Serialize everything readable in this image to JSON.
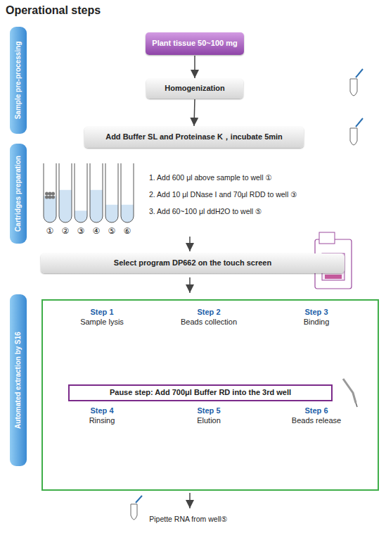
{
  "diagram": {
    "title": "Operational steps",
    "nodes": [
      {
        "text": [
          "Sample pre-processing"
        ]
      },
      {
        "text": [
          "Plant tissue 50~100 mg"
        ]
      },
      {
        "text": [
          "Homogenization"
        ]
      },
      {
        "text": [
          "Add Buffer SL and Proteinase K，incubate 5min"
        ]
      },
      {
        "text": [
          "Cartridges preparation"
        ]
      },
      {
        "text": [
          "Select program DP662 on the touch screen"
        ]
      },
      {
        "text": [
          "Automated extraction by S16"
        ]
      },
      {
        "text": [
          "Pause step: Add 700μl Buffer RD into the 3rd well"
        ]
      }
    ],
    "edges": [
      {
        "from": 1,
        "to": 2,
        "arrow": "to"
      },
      {
        "from": 2,
        "to": 3,
        "arrow": "to"
      }
    ],
    "labels": [
      "①",
      "②",
      "③",
      "④",
      "⑤",
      "⑥",
      "1. Add 600 μl above sample to well ①",
      "2. Add 10 μl DNase I and 70μl RDD to well ③",
      "3. Add 60~100 μl ddH2O to well ⑤",
      "Step 1",
      "Sample lysis",
      "Step 2",
      "Beads collection",
      "Step 3",
      "Binding",
      "Step 4",
      "Rinsing",
      "Step 5",
      "Elution",
      "Step 6",
      "Beads release",
      "Pipette RNA from well⑤"
    ]
  }
}
